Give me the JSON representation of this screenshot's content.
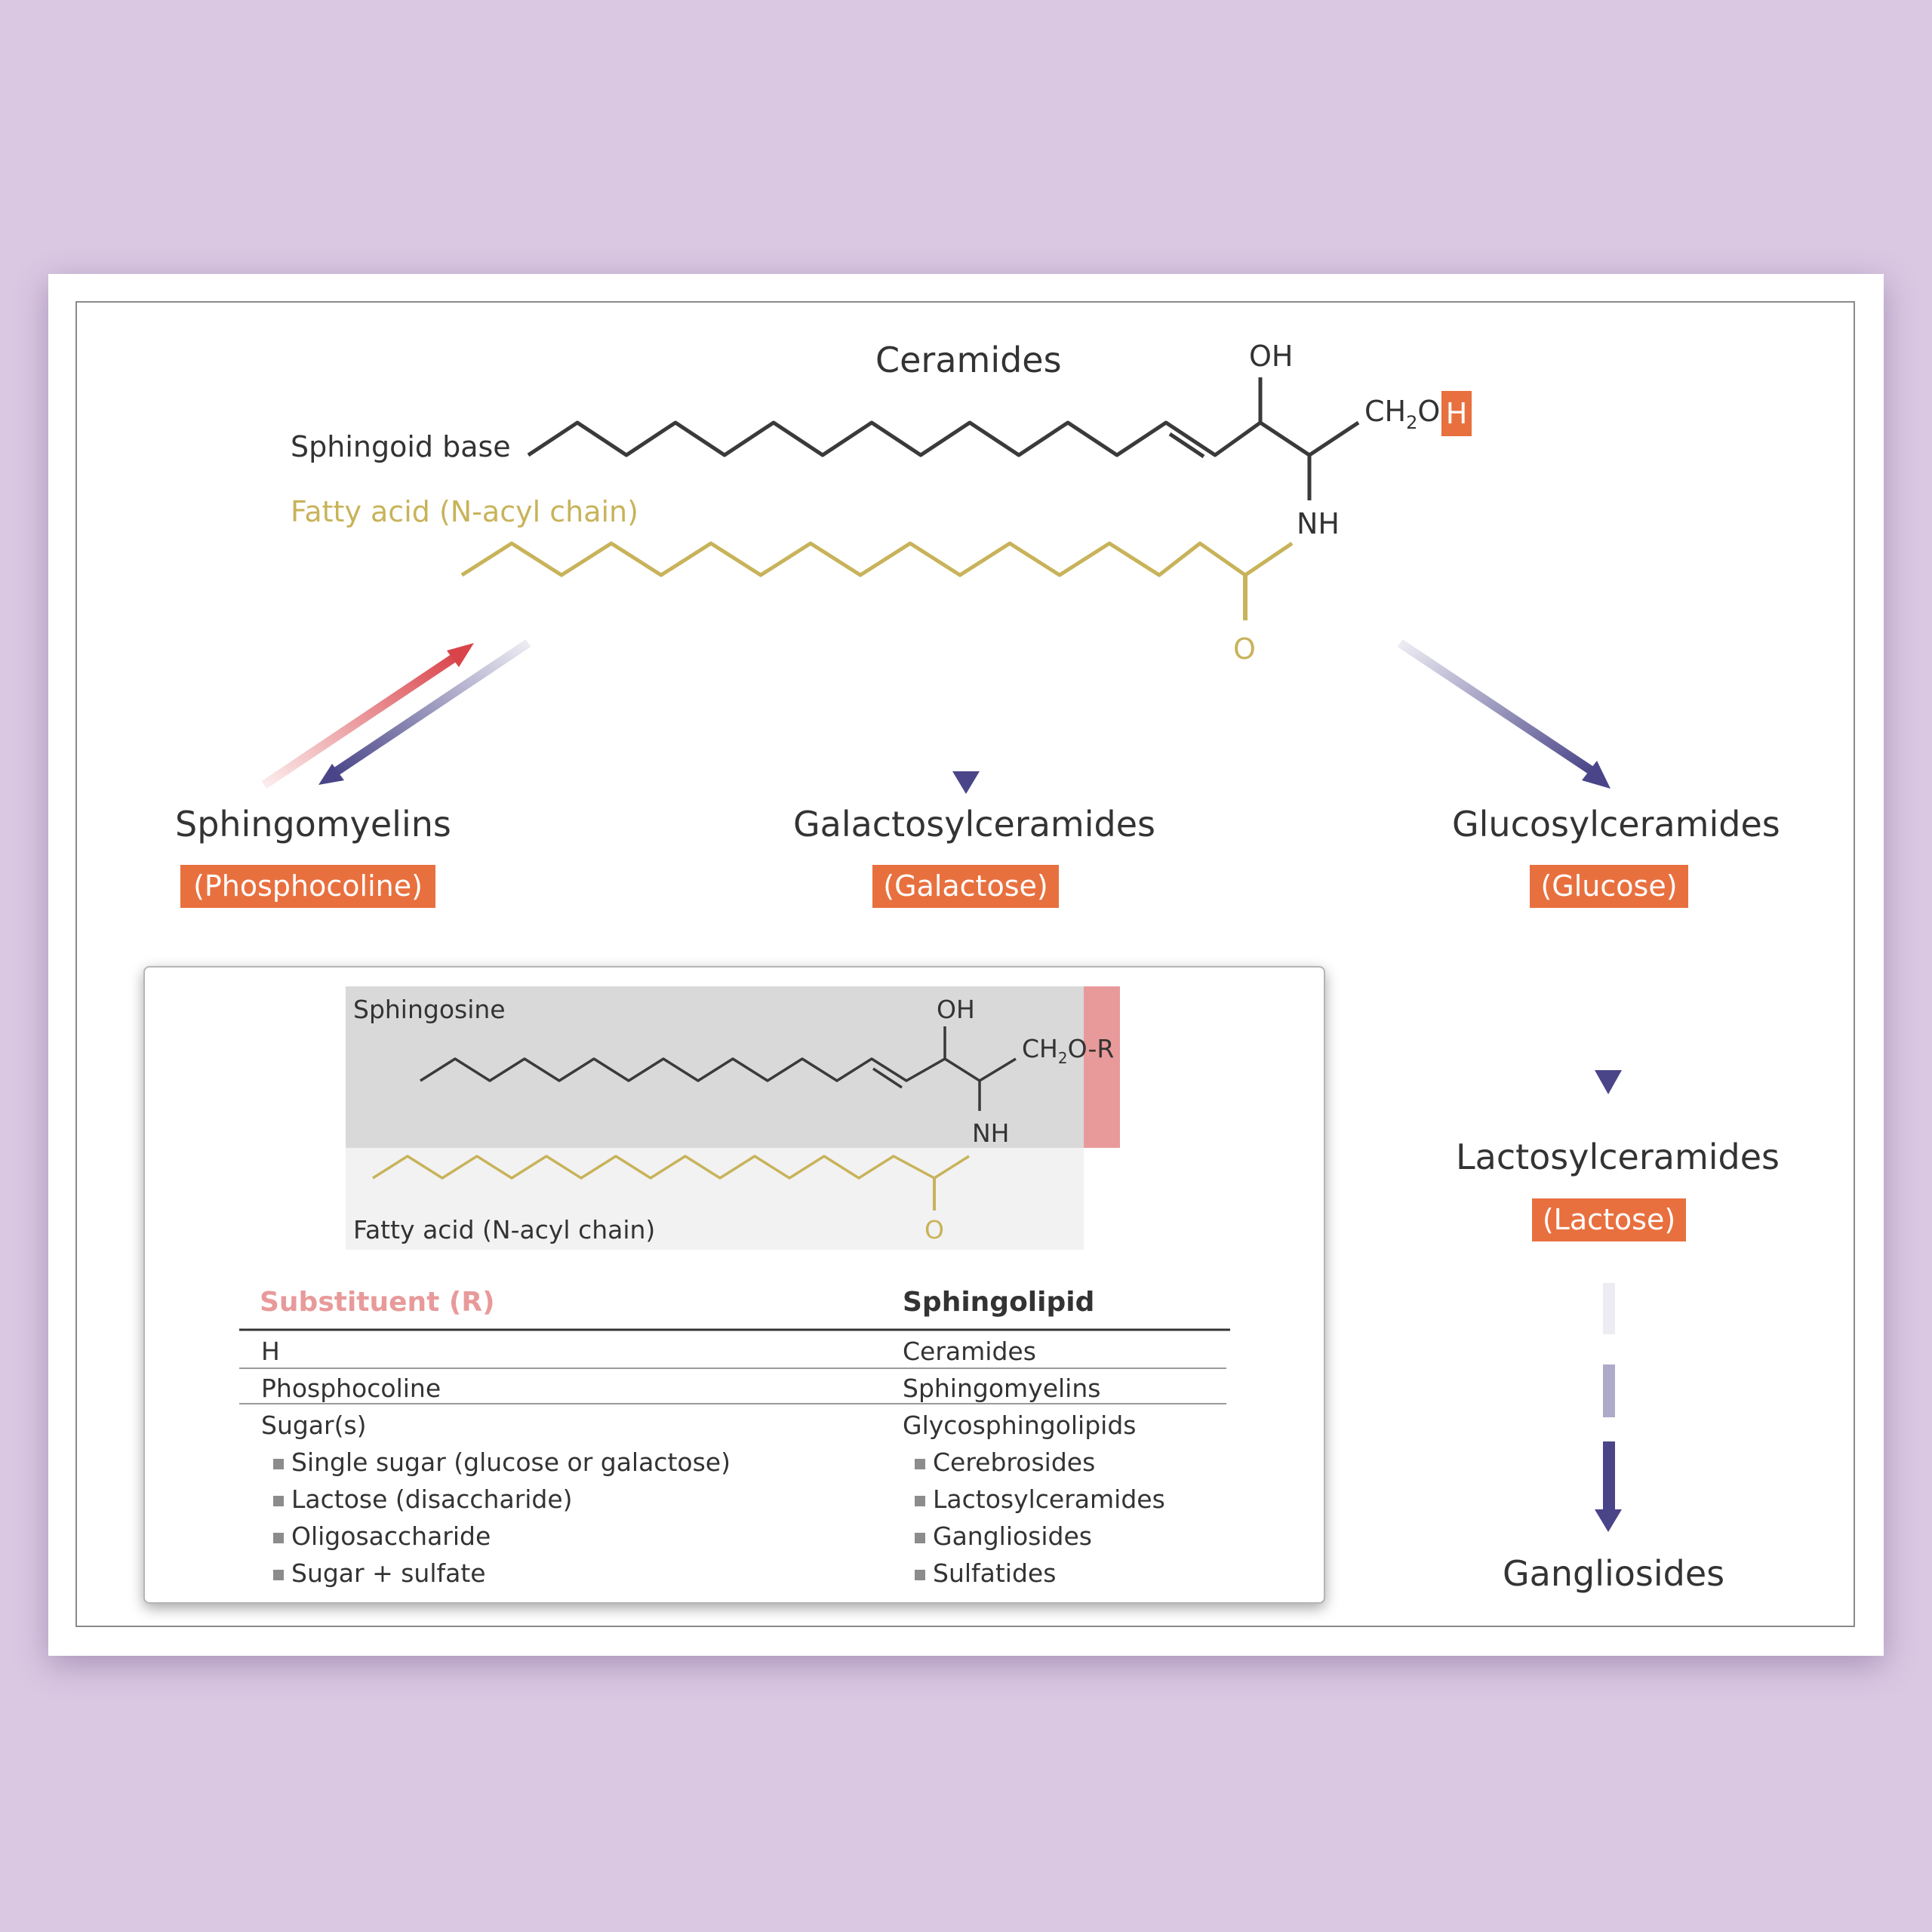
{
  "diagram": {
    "main_title": "Ceramides",
    "sphingoid_label": "Sphingoid base",
    "fatty_acid_label": "Fatty acid (N-acyl chain)",
    "oh": "OH",
    "ch2o": "CH",
    "ch2o_sub": "2",
    "ch2o_o": "O",
    "h_label": "H",
    "nh": "NH",
    "o": "O",
    "colors": {
      "chain": "#3a3a3a",
      "fatty": "#c8b35a",
      "label_box": "#e8703f",
      "arrow_blue": "#4a4588",
      "arrow_red": "#d9444a",
      "highlight_r": "#e89a9a"
    }
  },
  "products": [
    {
      "name": "Sphingomyelins",
      "group": "(Phosphocoline)"
    },
    {
      "name": "Galactosylceramides",
      "group": "(Galactose)"
    },
    {
      "name": "Glucosylceramides",
      "group": "(Glucose)"
    },
    {
      "name": "Lactosylceramides",
      "group": "(Lactose)"
    },
    {
      "name": "Gangliosides",
      "group": ""
    }
  ],
  "inset": {
    "sphingosine_label": "Sphingosine",
    "oh": "OH",
    "ch2or": "CH",
    "ch2or_sub": "2",
    "ch2or_rest": "O-R",
    "nh": "NH",
    "fatty_label": "Fatty acid (N-acyl chain)",
    "o": "O",
    "table": {
      "col1_header": "Substituent (R)",
      "col2_header": "Sphingolipid",
      "rows": [
        {
          "r": "H",
          "lipid": "Ceramides"
        },
        {
          "r": "Phosphocoline",
          "lipid": "Sphingomyelins"
        },
        {
          "r": "Sugar(s)",
          "lipid": "Glycosphingolipids"
        }
      ],
      "subrows": [
        {
          "r": "Single sugar (glucose or galactose)",
          "lipid": "Cerebrosides"
        },
        {
          "r": "Lactose (disaccharide)",
          "lipid": "Lactosylceramides"
        },
        {
          "r": "Oligosaccharide",
          "lipid": "Gangliosides"
        },
        {
          "r": "Sugar + sulfate",
          "lipid": "Sulfatides"
        }
      ]
    }
  }
}
